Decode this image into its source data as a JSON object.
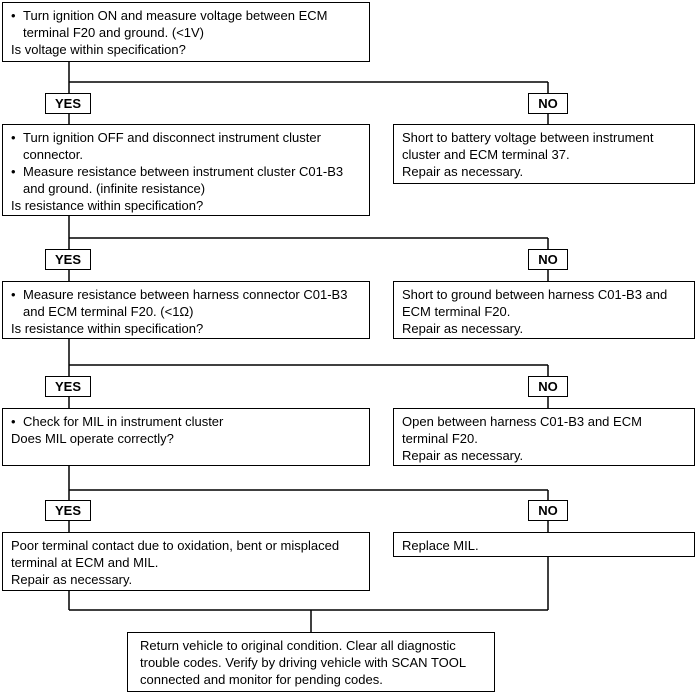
{
  "box1": {
    "bullets": [
      "Turn ignition ON and measure voltage between ECM terminal F20 and ground. (<1V)"
    ],
    "question": "Is voltage within specification?"
  },
  "labels": {
    "yes": "YES",
    "no": "NO"
  },
  "box2_yes": {
    "bullets": [
      "Turn ignition OFF and disconnect instrument cluster connector.",
      "Measure resistance between instrument cluster C01-B3 and ground. (infinite resistance)"
    ],
    "question": "Is resistance within specification?"
  },
  "box2_no": {
    "line1": "Short to battery voltage between instrument cluster and ECM terminal 37.",
    "line2": "Repair as necessary."
  },
  "box3_yes": {
    "bullets": [
      "Measure resistance between harness connector C01-B3 and ECM terminal F20. (<1Ω)"
    ],
    "question": "Is resistance within specification?"
  },
  "box3_no": {
    "line1": "Short to ground between harness C01-B3 and ECM terminal F20.",
    "line2": "Repair as necessary."
  },
  "box4_yes": {
    "bullets": [
      "Check for MIL in instrument cluster"
    ],
    "question": "Does MIL operate correctly?"
  },
  "box4_no": {
    "line1": "Open between harness C01-B3 and ECM terminal F20.",
    "line2": "Repair as necessary."
  },
  "box5_yes": {
    "line1": "Poor terminal contact due to oxidation, bent or misplaced terminal at ECM and MIL.",
    "line2": "Repair as necessary."
  },
  "box5_no": {
    "line1": "Replace MIL."
  },
  "final": {
    "text": "Return vehicle to original condition. Clear all diagnostic trouble codes. Verify by driving vehicle with SCAN TOOL connected and monitor for pending codes."
  }
}
